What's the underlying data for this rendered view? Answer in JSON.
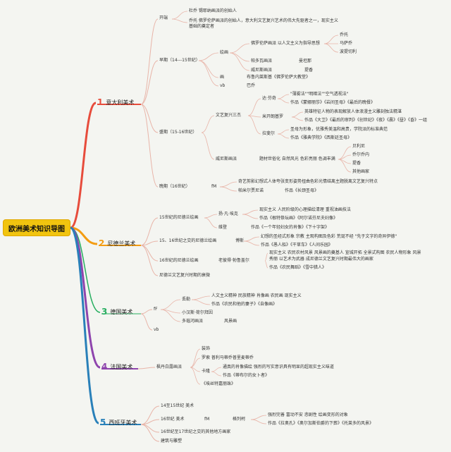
{
  "root": "欧洲美术知识导图",
  "colors": {
    "b1": "#e74c3c",
    "b2": "#f39c12",
    "b3": "#27ae60",
    "b4": "#8e44ad",
    "b5": "#2980b9",
    "line": "#e8b4a8"
  },
  "branches": [
    {
      "num": "1",
      "label": "意大利美术"
    },
    {
      "num": "2",
      "label": "尼德兰美术"
    },
    {
      "num": "3",
      "label": "德国美术"
    },
    {
      "num": "4",
      "label": "法国美术"
    },
    {
      "num": "5",
      "label": "西班牙美术"
    }
  ],
  "it": {
    "kaiduan": "开端",
    "kaiduan_1": "杜乔 锡耶纳画派的创始人",
    "kaiduan_2": "乔托 佛罗伦萨画派的创始人，意大利文艺复兴艺术的伟大先驱者之一，现实主义",
    "kaiduan_3": "基础的奠定者",
    "early": "早期（14---15世纪）",
    "huihua": "绘画",
    "florence": "佛罗伦萨画派 以人文主义为指导思想",
    "f1": "乔托",
    "f2": "马萨乔",
    "f3": "波提切利",
    "padua": "帕多瓦画派",
    "padua_a": "曼坦那",
    "venice": "威尼斯画派",
    "venice_a": "提香",
    "early_mid": "画",
    "early_mid_v": "布鲁内莱斯基《佛罗伦萨大教堂》",
    "early_vb": "vb",
    "early_vb_v": "巴乔",
    "dav": "达·芬奇",
    "dav_1": "\"薄雾法\"\"明暗法\"\"空气透视法\"",
    "dav_2": "作品《蒙娜丽莎》《岩间圣母》《最后的晚餐》",
    "peak": "盛期（15-16世纪）",
    "three": "文艺复兴三杰",
    "mich": "米开朗基罗",
    "mich_1": "英雄特征人物的表现解放人体浪漫主义雕刻独法精湛",
    "mich_2": "作品《大卫》《最后的审判》《创世纪》《夜》《晨》《昼》《昏》一组",
    "raf": "拉斐尔",
    "raf_1": "圣母为形象，优雅秀美温和高贵，学院派的标准典范",
    "raf_2": "作品《雅典学院》《西斯廷圣母》",
    "ven2": "威尼斯画派",
    "ven2_v": "题材世俗化 自然风光 色彩亮丽 色调丰满",
    "ven2_1": "贝利尼",
    "ven2_2": "乔尔乔内",
    "ven2_3": "提香",
    "ven2_4": "其他画家",
    "late": "晚期（16世纪）",
    "late_m": "fM",
    "late_1": "奇艺剪影幻想式人体夸张变形姿势扭曲色彩光情结离主题脱离文艺复兴特点",
    "late_2": "帕米尔贾尼诺",
    "late_2v": "作品《长颈圣母》"
  },
  "nl": {
    "c15": "15世纪的尼德兰绘画",
    "eyck": "扬·凡·埃克",
    "eyck_1": "现实主义 人民阶级的心理描绘清理 重视油画技法",
    "eyck_2": "作品《根特祭坛画》《阿尔诺芬尼夫妇像》",
    "weiden": "维登",
    "weiden_1": "作品《一个年轻妇女的肖像》《下十字架》",
    "c1516": "15、16世纪之交的尼德兰绘画",
    "bosch": "博斯",
    "bosch_1": "幻想的圣经式形象 宗教 主观构图及色彩 荒诞不经 \"先于文字的奇异伊德\"",
    "bosch_2": "作品《愚人船》《干草车》《人间乐园》",
    "c16": "16世纪的尼德兰绘画",
    "brue": "老彼得·勃鲁盖尔",
    "brue_1": "现实主义 农民农村风景 风景画的奠基人 宣城开拓 全景式构图 农民人物形象 风景",
    "brue_2": "秀丽 以艺术为武器 成尼德兰文艺复兴时期最伟大的画家",
    "brue_3": "作品《农民舞蹈》《雪中猎人》",
    "end": "尼德兰文艺复兴时期的衰微"
  },
  "de": {
    "ff": "fF",
    "ff_1": "丢勒",
    "ff_1a": "人文主义精神 民族精神 肖像画 农民画 现实主义",
    "ff_1b": "作品《农民和他的妻子》《自像画》",
    "ff_2": "小汉斯·荷尔拜因",
    "ff_3": "多瑙河画派",
    "ff_3a": "风景画",
    "vb": "vb"
  },
  "fr": {
    "school": "枫丹白露画派",
    "a1": "装饰",
    "a2": "罗索 普利马蒂乔普里麦蒂乔",
    "clouet": "卡隆",
    "clouet_1": "通真的肖像描绘 强烈的写实意识具有明显的超现实主义味道",
    "clouet_2": "作品《蒂布尔的女卜者》",
    "a3": "《埃丝特嘉丽珠》"
  },
  "es": {
    "c14": "14至15世纪 美术",
    "c16": "16世纪 美术",
    "fm": "fM",
    "greco": "格列柯",
    "greco_1": "强烈完善 富动不安 悲剧性 绘画变形的对象",
    "greco_2": "作品《拉奥孔》《奥尔加斯伯爵的下葬》《托莱多的风景》",
    "c16_17": "16世纪至17世纪之交的其他地方画家",
    "arch": "建筑与雕塑"
  }
}
